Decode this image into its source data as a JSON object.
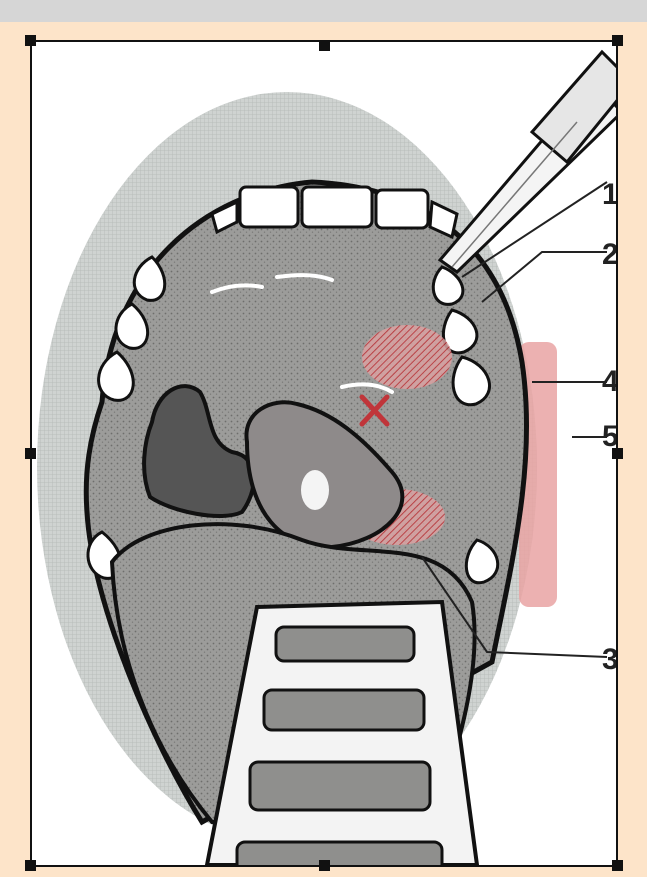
{
  "figure": {
    "labels": [
      "1",
      "2",
      "3",
      "4",
      "5"
    ],
    "mark_symbol": "×"
  },
  "colors": {
    "page_background": "#fde4c9",
    "top_bar": "#d6d6d6",
    "frame_border": "#111111",
    "mouth_shadow": "#c6cbc8",
    "palate": "#9c9c9a",
    "highlight_red": "#c0353a",
    "cheek_red": "#e7a0a0"
  },
  "icons": {
    "resize_handles": "square-handle-icon",
    "mark": "cross-mark-icon"
  }
}
